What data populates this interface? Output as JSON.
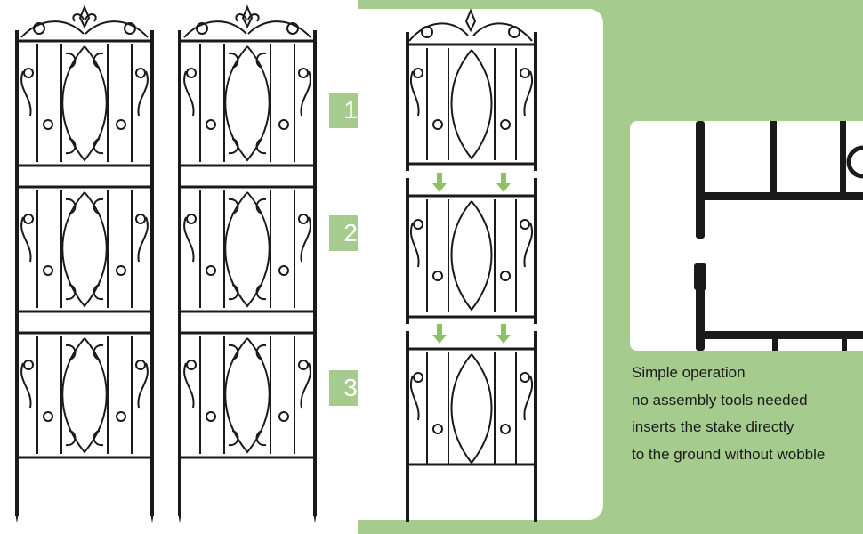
{
  "colors": {
    "accent_green": "#a5cc8e",
    "metal": "#1a1a1a",
    "arrow": "#8cc264"
  },
  "steps": [
    {
      "label": "1"
    },
    {
      "label": "2"
    },
    {
      "label": "3"
    }
  ],
  "caption": {
    "lines": [
      "Simple operation",
      "no assembly tools needed",
      "inserts the stake directly",
      "to the ground without wobble"
    ]
  },
  "icons": [
    "down-arrow-icon"
  ]
}
